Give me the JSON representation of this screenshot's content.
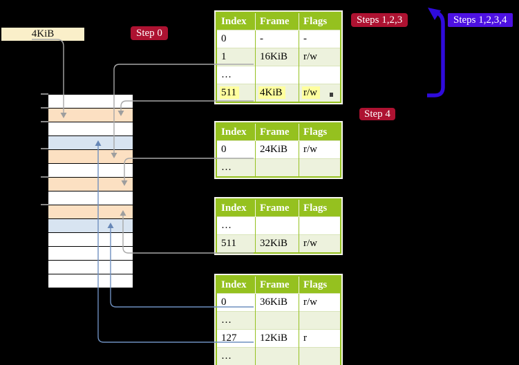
{
  "cr3_box": {
    "label": "4KiB"
  },
  "step_labels": {
    "step0": "Step 0",
    "steps123": "Steps 1,2,3",
    "steps1234": "Steps 1,2,3,4",
    "step4": "Step 4"
  },
  "page_tables": [
    {
      "name": "page-table-1",
      "headers": [
        "Index",
        "Frame",
        "Flags"
      ],
      "rows": [
        {
          "cells": [
            "0",
            "-",
            "-"
          ]
        },
        {
          "cells": [
            "1",
            "16KiB",
            "r/w"
          ],
          "connector": true
        },
        {
          "cells": [
            "…",
            "",
            ""
          ]
        },
        {
          "cells": [
            "511",
            "4KiB",
            "r/w"
          ],
          "highlight": true,
          "connector": true
        }
      ]
    },
    {
      "name": "page-table-2",
      "headers": [
        "Index",
        "Frame",
        "Flags"
      ],
      "rows": [
        {
          "cells": [
            "0",
            "24KiB",
            "r/w"
          ],
          "connector": true
        },
        {
          "cells": [
            "…",
            "",
            ""
          ]
        }
      ]
    },
    {
      "name": "page-table-3",
      "headers": [
        "Index",
        "Frame",
        "Flags"
      ],
      "rows": [
        {
          "cells": [
            "…",
            "",
            ""
          ]
        },
        {
          "cells": [
            "511",
            "32KiB",
            "r/w"
          ],
          "connector": true
        }
      ]
    },
    {
      "name": "page-table-4",
      "headers": [
        "Index",
        "Frame",
        "Flags"
      ],
      "rows": [
        {
          "cells": [
            "0",
            "36KiB",
            "r/w"
          ],
          "connector": true
        },
        {
          "cells": [
            "…",
            "",
            ""
          ]
        },
        {
          "cells": [
            "127",
            "12KiB",
            "r"
          ],
          "connector": true
        },
        {
          "cells": [
            "…",
            "",
            ""
          ]
        }
      ]
    }
  ],
  "memory_column": {
    "rows": [
      {
        "type": "empty"
      },
      {
        "type": "page-table"
      },
      {
        "type": "empty"
      },
      {
        "type": "mapped-page"
      },
      {
        "type": "page-table"
      },
      {
        "type": "empty"
      },
      {
        "type": "page-table"
      },
      {
        "type": "empty"
      },
      {
        "type": "page-table"
      },
      {
        "type": "mapped-page"
      },
      {
        "type": "empty"
      },
      {
        "type": "empty"
      },
      {
        "type": "empty"
      },
      {
        "type": "empty"
      }
    ]
  },
  "arrows": [
    {
      "name": "cr3-to-frame",
      "from": "cr3-box 4KiB",
      "to": "memory-frame-2",
      "color": "gray"
    },
    {
      "name": "t1-entry1-to-frame",
      "from": "page-table-1 row 1 (16KiB)",
      "to": "memory-frame-5",
      "color": "gray"
    },
    {
      "name": "t1-entry511-to-frame",
      "from": "page-table-1 row 511 (4KiB)",
      "to": "memory-frame-2",
      "color": "gray"
    },
    {
      "name": "t2-entry0-to-frame",
      "from": "page-table-2 row 0 (24KiB)",
      "to": "memory-frame-7",
      "color": "gray"
    },
    {
      "name": "t3-entry511-to-frame",
      "from": "page-table-3 row 511 (32KiB)",
      "to": "memory-frame-9",
      "color": "gray"
    },
    {
      "name": "t4-entry0-to-frame",
      "from": "page-table-4 row 0 (36KiB)",
      "to": "memory-frame-10",
      "color": "blue"
    },
    {
      "name": "t4-entry127-to-frame",
      "from": "page-table-4 row 127 (12KiB)",
      "to": "memory-frame-4",
      "color": "blue"
    },
    {
      "name": "recursive-loop",
      "from": "page-table-1 row 511",
      "to": "page-table-1 top",
      "color": "bold-blue"
    }
  ],
  "colors": {
    "background": "#000000",
    "table_header_green": "#95C11F",
    "table_row_alt_green": "#EDF2DD",
    "frame_page_table_peach": "#FCE0C2",
    "frame_mapped_page_blue": "#D8E4F1",
    "highlight_yellow": "#FFFF9E",
    "label_red": "#AD1231",
    "label_blue": "#4D11E2",
    "arrow_gray": "#A8A8A8",
    "arrow_thin_blue": "#6E8FBF",
    "arrow_bold_blue": "#2F0BDC",
    "cr3_box_cream": "#FAEFC9"
  }
}
